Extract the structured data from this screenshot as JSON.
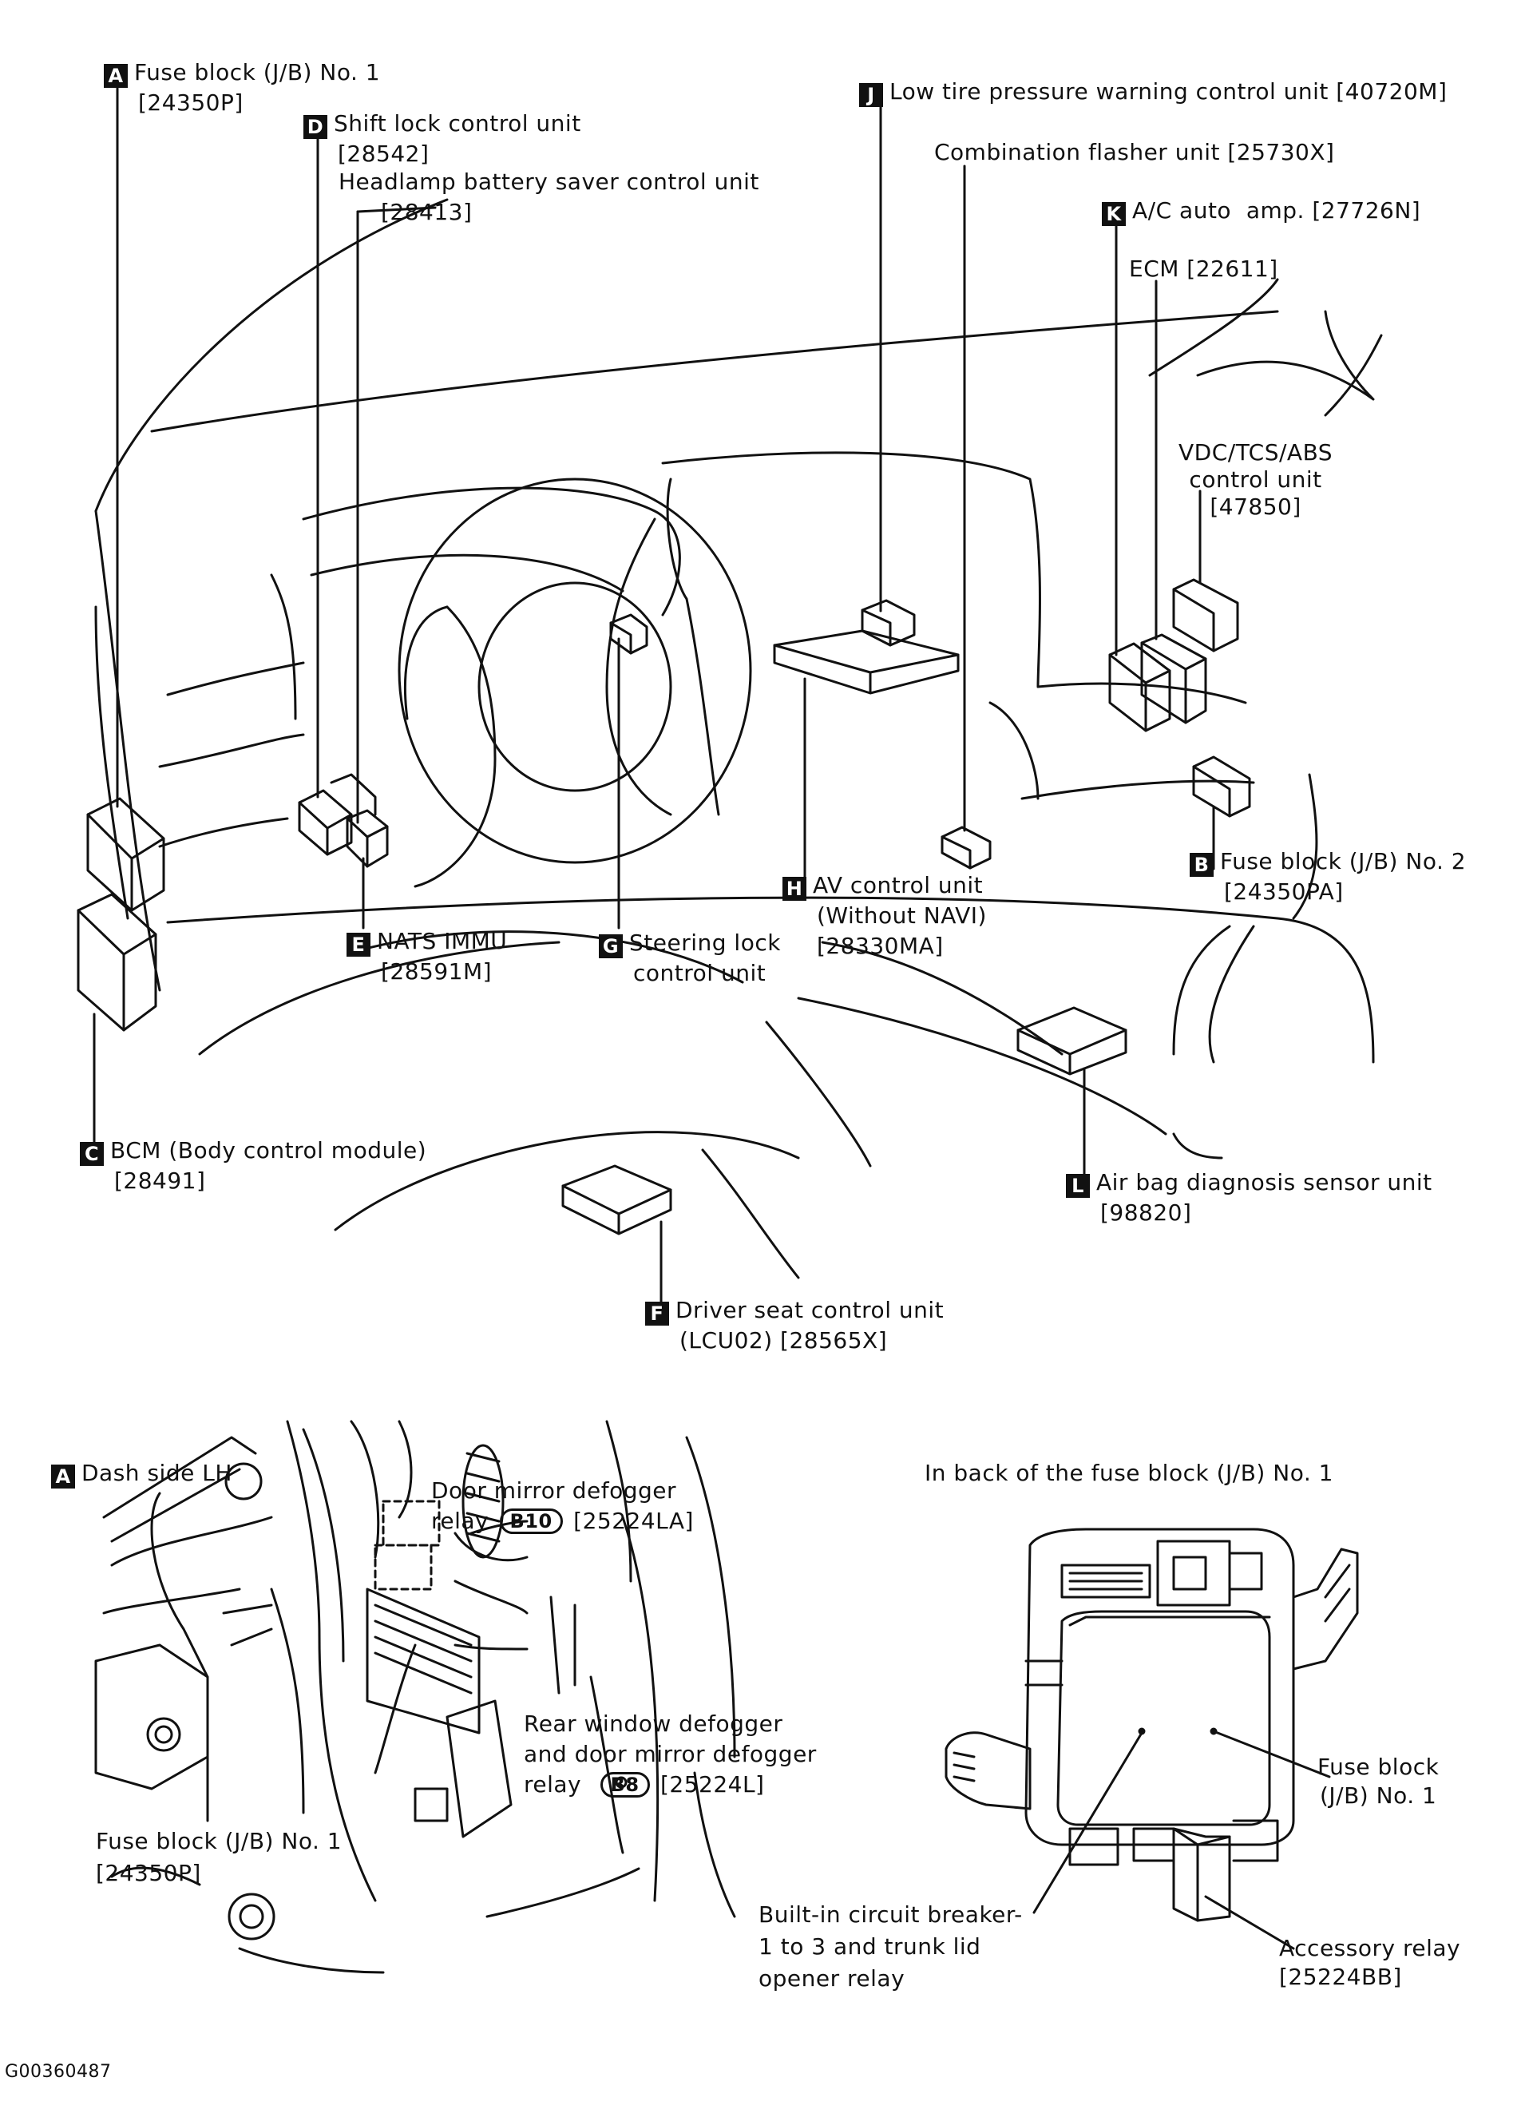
{
  "labels": {
    "A": {
      "badge": "A",
      "line1": "Fuse block (J/B) No. 1",
      "line2": "[24350P]"
    },
    "D": {
      "badge": "D",
      "line1": "Shift lock control unit",
      "line2": "[28542]"
    },
    "headlamp": {
      "line1": "Headlamp battery saver control unit",
      "line2": "[28413]"
    },
    "J": {
      "badge": "J",
      "line1": "Low tire pressure warning control unit [40720M]"
    },
    "flasher": {
      "line1": "Combination flasher unit [25730X]"
    },
    "K": {
      "badge": "K",
      "line1": "A/C auto  amp. [27726N]"
    },
    "ecm": {
      "line1": "ECM [22611]"
    },
    "vdc": {
      "line1": "VDC/TCS/ABS",
      "line2": "control unit",
      "line3": "[47850]"
    },
    "B": {
      "badge": "B",
      "line1": "Fuse block (J/B) No. 2",
      "line2": "[24350PA]"
    },
    "H": {
      "badge": "H",
      "line1": "AV control unit",
      "line2": "(Without NAVI)",
      "line3": "[28330MA]"
    },
    "E": {
      "badge": "E",
      "line1": "NATS IMMU",
      "line2": "[28591M]"
    },
    "G": {
      "badge": "G",
      "line1": "Steering lock",
      "line2": "control unit"
    },
    "C": {
      "badge": "C",
      "line1": "BCM (Body control module)",
      "line2": "[28491]"
    },
    "L": {
      "badge": "L",
      "line1": "Air bag diagnosis sensor unit",
      "line2": "[98820]"
    },
    "F": {
      "badge": "F",
      "line1": "Driver seat control unit",
      "line2": "(LCU02) [28565X]"
    }
  },
  "lower_left": {
    "title_badge": "A",
    "title": "Dash side LH",
    "door_mirror": {
      "line1": "Door mirror defogger",
      "line2a": "relay",
      "connector": "B10",
      "line2b": "[25224LA]"
    },
    "rear_window": {
      "line1": "Rear window defogger",
      "line2": "and door mirror defogger",
      "line3a": "relay",
      "connector": "B8",
      "line3b": "[25224L]"
    },
    "fuse_block": {
      "line1": "Fuse block (J/B) No. 1",
      "line2": "[24350P]"
    }
  },
  "lower_right": {
    "title": "In back of the fuse block (J/B) No. 1",
    "fuse_block": {
      "line1": "Fuse block",
      "line2": "(J/B) No. 1"
    },
    "breaker": {
      "line1": "Built-in circuit breaker-",
      "line2": "1 to 3 and trunk lid",
      "line3": "opener relay"
    },
    "accessory": {
      "line1": "Accessory relay",
      "line2": "[25224BB]"
    }
  },
  "figure_code": "G00360487"
}
